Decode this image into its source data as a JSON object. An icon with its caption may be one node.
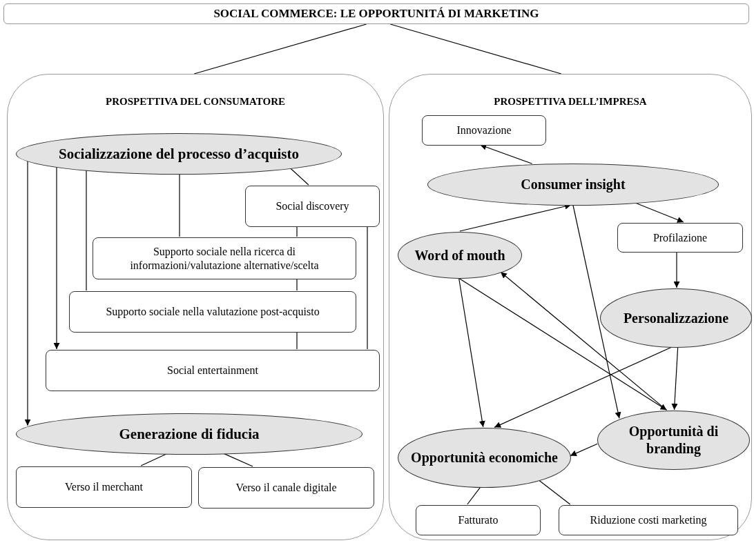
{
  "diagram": {
    "nodes": [
      {
        "text": [
          "SOCIAL COMMERCE: LE OPPORTUNITÁ DI MARKETING"
        ]
      },
      {
        "text": [
          "PROSPETTIVA DEL CONSUMATORE"
        ]
      },
      {
        "text": [
          "PROSPETTIVA DELL’IMPRESA"
        ]
      },
      {
        "text": [
          "Socializzazione del processo d’acquisto"
        ],
        "in": 1
      },
      {
        "text": [
          "Social discovery"
        ],
        "in": 1
      },
      {
        "text": [
          "Supporto sociale nella ricerca di informazioni/valutazione alternative/scelta"
        ],
        "in": 1
      },
      {
        "text": [
          "Supporto sociale nella valutazione post-acquisto"
        ],
        "in": 1
      },
      {
        "text": [
          "Social entertainment"
        ],
        "in": 1
      },
      {
        "text": [
          "Generazione di fiducia"
        ],
        "in": 1
      },
      {
        "text": [
          "Verso il merchant"
        ],
        "in": 1
      },
      {
        "text": [
          "Verso il canale digitale"
        ],
        "in": 1
      },
      {
        "text": [
          "Innovazione"
        ],
        "in": 2
      },
      {
        "text": [
          "Consumer insight"
        ],
        "in": 2
      },
      {
        "text": [
          "Profilazione"
        ],
        "in": 2
      },
      {
        "text": [
          "Word of mouth"
        ],
        "in": 2
      },
      {
        "text": [
          "Personalizzazione"
        ],
        "in": 2
      },
      {
        "text": [
          "Opportunità di branding"
        ],
        "in": 2
      },
      {
        "text": [
          "Opportunità economiche"
        ],
        "in": 2
      },
      {
        "text": [
          "Fatturato"
        ],
        "in": 2
      },
      {
        "text": [
          "Riduzione costi marketing"
        ],
        "in": 2
      }
    ],
    "edges": [
      {
        "from": 0,
        "to": 1,
        "arrow": "none"
      },
      {
        "from": 0,
        "to": 2,
        "arrow": "none"
      },
      {
        "from": 3,
        "to": 4,
        "arrow": "none"
      },
      {
        "from": 3,
        "to": 5,
        "arrow": "none"
      },
      {
        "from": 3,
        "to": 6,
        "arrow": "none"
      },
      {
        "from": 3,
        "to": 7,
        "arrow": "to"
      },
      {
        "from": 3,
        "to": 8,
        "arrow": "to"
      },
      {
        "from": 4,
        "to": 5,
        "arrow": "none"
      },
      {
        "from": 5,
        "to": 6,
        "arrow": "none"
      },
      {
        "from": 6,
        "to": 7,
        "arrow": "none"
      },
      {
        "from": 4,
        "to": 7,
        "arrow": "none"
      },
      {
        "from": 8,
        "to": 9,
        "arrow": "none"
      },
      {
        "from": 8,
        "to": 10,
        "arrow": "none"
      },
      {
        "from": 12,
        "to": 11,
        "arrow": "to"
      },
      {
        "from": 12,
        "to": 13,
        "arrow": "to"
      },
      {
        "from": 13,
        "to": 15,
        "arrow": "to"
      },
      {
        "from": 14,
        "to": 12,
        "arrow": "to"
      },
      {
        "from": 12,
        "to": 16,
        "arrow": "to"
      },
      {
        "from": 14,
        "to": 17,
        "arrow": "to"
      },
      {
        "from": 14,
        "to": 16,
        "arrow": "to"
      },
      {
        "from": 16,
        "to": 14,
        "arrow": "to"
      },
      {
        "from": 15,
        "to": 17,
        "arrow": "to"
      },
      {
        "from": 15,
        "to": 16,
        "arrow": "to"
      },
      {
        "from": 16,
        "to": 17,
        "arrow": "to"
      },
      {
        "from": 17,
        "to": 18,
        "arrow": "none"
      },
      {
        "from": 17,
        "to": 19,
        "arrow": "none"
      }
    ]
  }
}
